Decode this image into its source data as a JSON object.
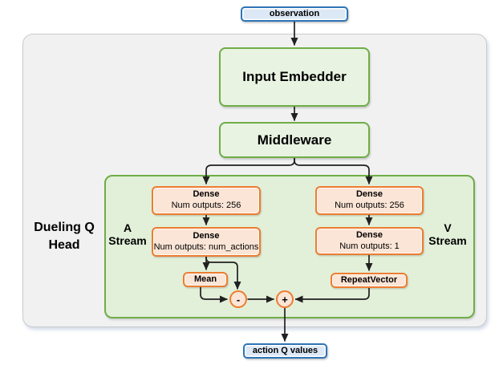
{
  "diagram": {
    "title_semantic": "Dueling Q Head network architecture",
    "nodes": {
      "observation": "observation",
      "input_embedder": "Input Embedder",
      "middleware": "Middleware",
      "dense_a1_title": "Dense",
      "dense_a1_sub": "Num outputs: 256",
      "dense_a2_title": "Dense",
      "dense_a2_sub": "Num outputs: num_actions",
      "dense_v1_title": "Dense",
      "dense_v1_sub": "Num outputs: 256",
      "dense_v2_title": "Dense",
      "dense_v2_sub": "Num outputs: 1",
      "mean": "Mean",
      "repeat_vector": "RepeatVector",
      "minus_op": "-",
      "plus_op": "+",
      "action_q_values": "action Q values"
    },
    "labels": {
      "head_line1": "Dueling Q",
      "head_line2": "Head",
      "a_stream_line1": "A",
      "a_stream_line2": "Stream",
      "v_stream_line1": "V",
      "v_stream_line2": "Stream"
    },
    "colors": {
      "blue_border": "#2e75b6",
      "blue_fill": "#dce8f5",
      "green_border": "#70ad47",
      "green_box_fill": "#e8f3e1",
      "green_container_fill": "#e2efd9",
      "orange_border": "#ed7d31",
      "orange_fill": "#fbe5d6",
      "gray_container_fill": "#f1f1f2",
      "gray_container_border": "#c9cbcd",
      "arrow": "#202020"
    }
  }
}
